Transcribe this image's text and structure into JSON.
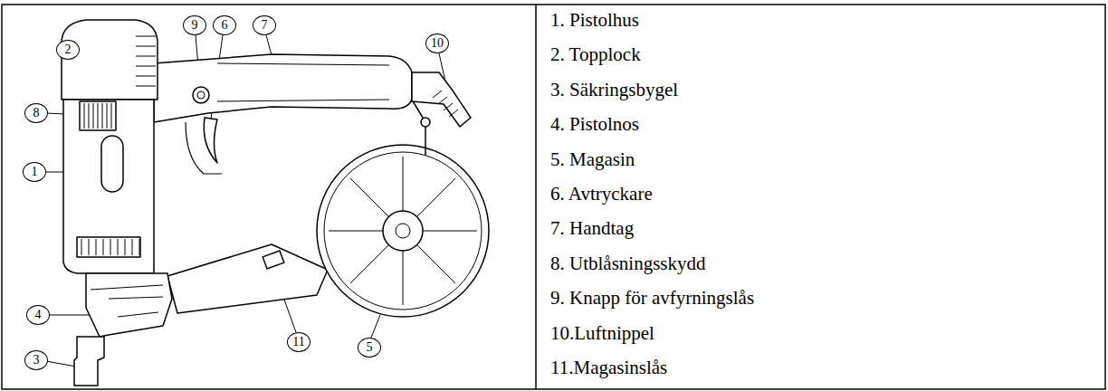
{
  "diagram": {
    "labels": [
      "2",
      "9",
      "6",
      "7",
      "10",
      "8",
      "1",
      "4",
      "11",
      "5",
      "3",
      "1. Pistolhus",
      "2. Topplock",
      "3. Säkringsbygel",
      "4. Pistolnos",
      "5. Magasin",
      "6. Avtryckare",
      "7. Handtag",
      "8. Utblåsningsskydd",
      "9. Knapp för avfyrningslås",
      "10.Luftnippel",
      "11.Magasinslås"
    ]
  }
}
